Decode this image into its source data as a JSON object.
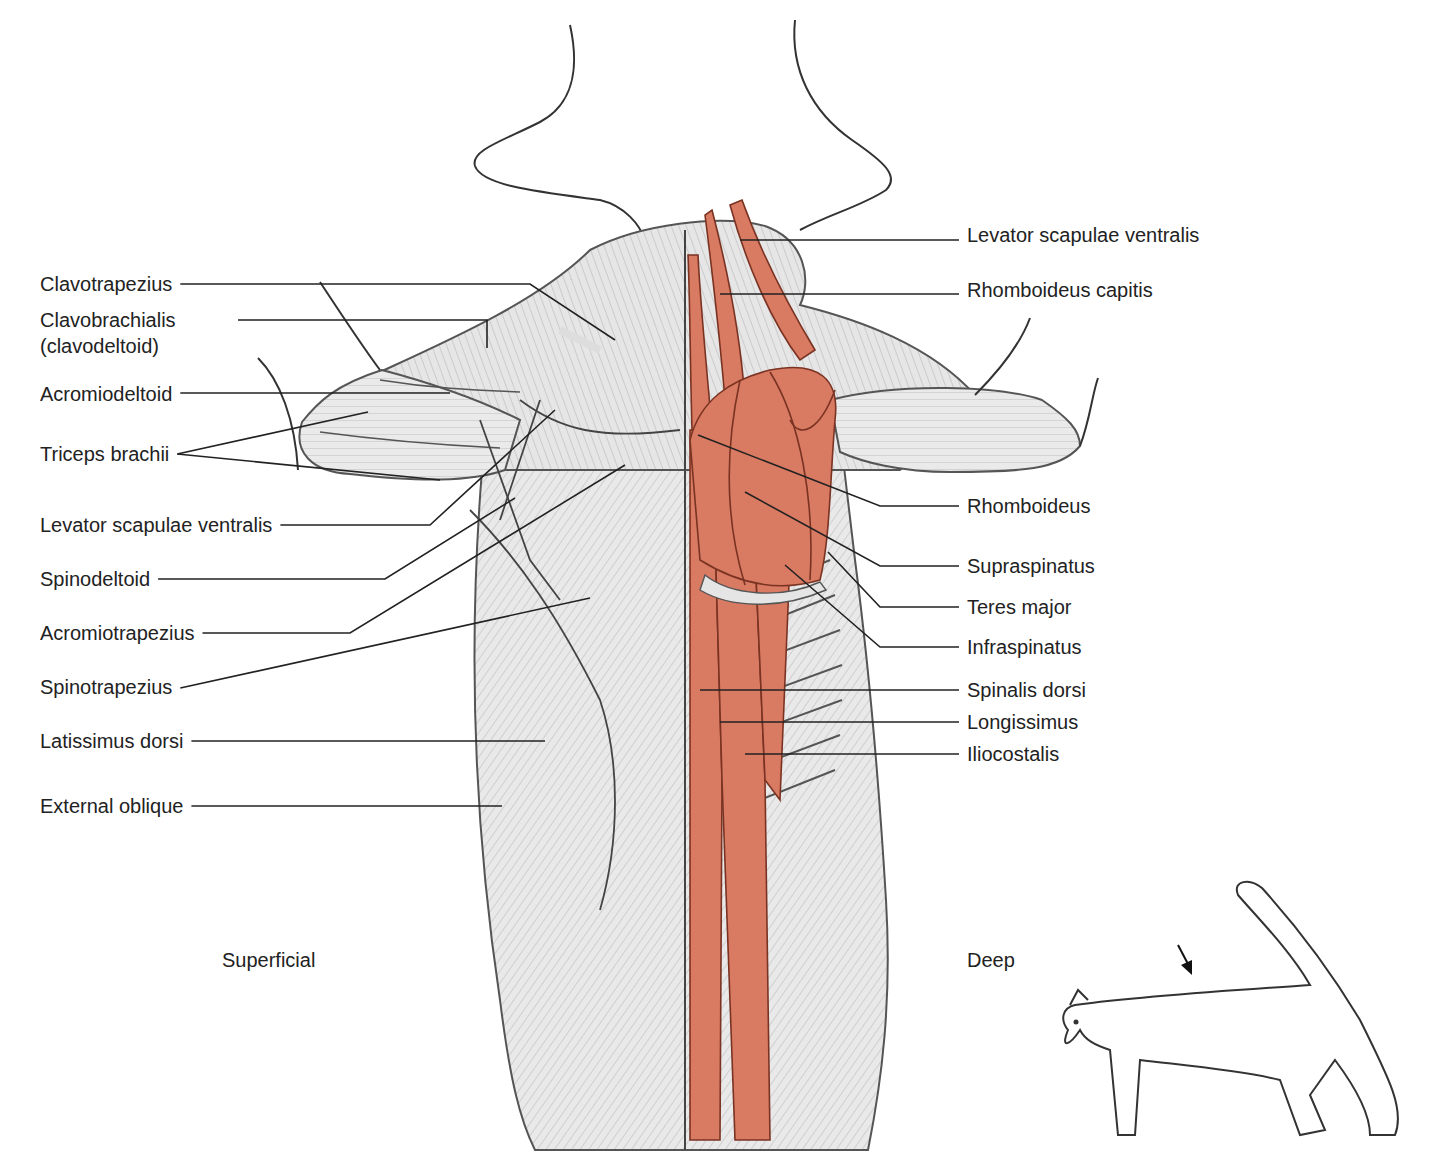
{
  "diagram": {
    "labels": [
      "Clavotrapezius",
      "Clavobrachialis (clavodeltoid)",
      "Acromiodeltoid",
      "Triceps brachii",
      "Levator scapulae ventralis",
      "Spinodeltoid",
      "Acromiotrapezius",
      "Spinotrapezius",
      "Latissimus dorsi",
      "External oblique",
      "Levator scapulae ventralis",
      "Rhomboideus capitis",
      "Rhomboideus",
      "Supraspinatus",
      "Teres major",
      "Infraspinatus",
      "Spinalis dorsi",
      "Longissimus",
      "Iliocostalis",
      "Superficial",
      "Deep"
    ]
  }
}
